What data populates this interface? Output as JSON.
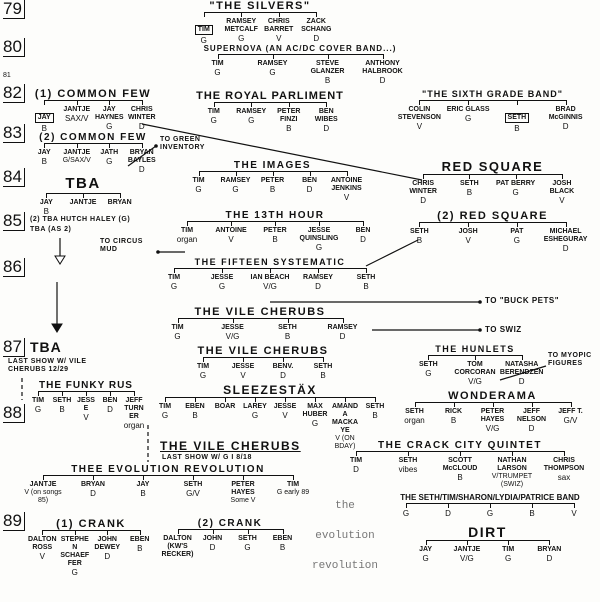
{
  "years": [
    "79",
    "80",
    "81",
    "82",
    "83",
    "84",
    "85",
    "86",
    "87",
    "88",
    "89"
  ],
  "bands": [
    {
      "name": "\"THE SILVERS\"",
      "members": [
        {
          "n": "TIM",
          "r": "G"
        },
        {
          "n": "RAMSEY METCALF",
          "r": "G"
        },
        {
          "n": "CHRIS BARRET",
          "r": "V"
        },
        {
          "n": "ZACK SCHANG",
          "r": "D"
        }
      ]
    },
    {
      "name": "SUPERNOVA (AN AC/DC COVER BAND...)",
      "members": [
        {
          "n": "TIM",
          "r": "G"
        },
        {
          "n": "RAMSEY",
          "r": "G"
        },
        {
          "n": "STEVE GLANZER",
          "r": "B"
        },
        {
          "n": "ANTHONY HALBROOK",
          "r": "D"
        }
      ]
    },
    {
      "name": "(1) COMMON FEW",
      "members": [
        {
          "n": "JAY",
          "r": "B"
        },
        {
          "n": "JANTJE",
          "r": "SAX/V"
        },
        {
          "n": "JAY HAYNES",
          "r": "G"
        },
        {
          "n": "CHRIS WINTER",
          "r": "D"
        }
      ]
    },
    {
      "name": "THE ROYAL PARLIMENT",
      "members": [
        {
          "n": "TIM",
          "r": "G"
        },
        {
          "n": "RAMSEY",
          "r": "G"
        },
        {
          "n": "PETER FINZI",
          "r": "B"
        },
        {
          "n": "BEN WIBES",
          "r": "D"
        }
      ]
    },
    {
      "name": "\"THE SIXTH GRADE BAND\"",
      "members": [
        {
          "n": "COLIN STEVENSON",
          "r": "V"
        },
        {
          "n": "ERIC GLASS",
          "r": "G"
        },
        {
          "n": "SETH",
          "r": "B"
        },
        {
          "n": "BRAD McGINNIS",
          "r": "D"
        }
      ]
    },
    {
      "name": "(2) COMMON FEW",
      "members": [
        {
          "n": "JAY",
          "r": "B"
        },
        {
          "n": "JANTJE",
          "r": "G/SAX/V"
        },
        {
          "n": "JATH",
          "r": "G"
        },
        {
          "n": "BRYAN BAYLES",
          "r": "D"
        }
      ]
    },
    {
      "name": "TBA",
      "members": [
        {
          "n": "JAY",
          "r": "B"
        },
        {
          "n": "JANTJE",
          "r": ""
        },
        {
          "n": "BRYAN",
          "r": ""
        }
      ]
    },
    {
      "name": "THE IMAGES",
      "members": [
        {
          "n": "TIM",
          "r": "G"
        },
        {
          "n": "RAMSEY",
          "r": "G"
        },
        {
          "n": "PETER",
          "r": "B"
        },
        {
          "n": "BEN",
          "r": "D"
        },
        {
          "n": "ANTOINE JENKINS",
          "r": "V"
        }
      ]
    },
    {
      "name": "RED SQUARE",
      "members": [
        {
          "n": "CHRIS WINTER",
          "r": "D"
        },
        {
          "n": "SETH",
          "r": "B"
        },
        {
          "n": "PAT BERRY",
          "r": "G"
        },
        {
          "n": "JOSH BLACK",
          "r": "V"
        }
      ]
    },
    {
      "name": "THE 13TH HOUR",
      "members": [
        {
          "n": "TIM",
          "r": "organ"
        },
        {
          "n": "ANTOINE",
          "r": "V"
        },
        {
          "n": "PETER",
          "r": "B"
        },
        {
          "n": "JESSE QUINSLING",
          "r": "G"
        },
        {
          "n": "BEN",
          "r": "D"
        }
      ]
    },
    {
      "name": "(2) RED SQUARE",
      "members": [
        {
          "n": "SETH",
          "r": "B"
        },
        {
          "n": "JOSH",
          "r": "V"
        },
        {
          "n": "PAT",
          "r": "G"
        },
        {
          "n": "MICHAEL ESHEGURAY",
          "r": "D"
        }
      ]
    },
    {
      "name": "THE FIFTEEN SYSTEMATIC",
      "members": [
        {
          "n": "TIM",
          "r": "G"
        },
        {
          "n": "JESSE",
          "r": "G"
        },
        {
          "n": "IAN BEACH",
          "r": "V/G"
        },
        {
          "n": "RAMSEY",
          "r": "D"
        },
        {
          "n": "SETH",
          "r": "B"
        }
      ]
    },
    {
      "name": "THE VILE CHERUBS",
      "members": [
        {
          "n": "TIM",
          "r": "G"
        },
        {
          "n": "JESSE",
          "r": "V/G"
        },
        {
          "n": "SETH",
          "r": "B"
        },
        {
          "n": "RAMSEY",
          "r": "D"
        }
      ]
    },
    {
      "name": "THE VILE CHERUBS",
      "members": [
        {
          "n": "TIM",
          "r": "G"
        },
        {
          "n": "JESSE",
          "r": "V"
        },
        {
          "n": "BENV.",
          "r": "D"
        },
        {
          "n": "SETH",
          "r": "B"
        }
      ]
    },
    {
      "name": "THE HUNLETS",
      "members": [
        {
          "n": "SETH",
          "r": "G"
        },
        {
          "n": "TOM CORCORAN",
          "r": "V/G"
        },
        {
          "n": "NATASHA BERENDZEN",
          "r": "D"
        }
      ]
    },
    {
      "name": "SLEEZESTÄX",
      "members": [
        {
          "n": "TIM",
          "r": "G"
        },
        {
          "n": "EBEN",
          "r": "B"
        },
        {
          "n": "BOAR",
          "r": ""
        },
        {
          "n": "LAREY",
          "r": "G"
        },
        {
          "n": "JESSE",
          "r": "V"
        },
        {
          "n": "MAX HUBER",
          "r": "G"
        },
        {
          "n": "AMANDA MACKAYE",
          "r": "V (ON BDAY)"
        },
        {
          "n": "SETH",
          "r": "B"
        }
      ]
    },
    {
      "name": "WONDERAMA",
      "members": [
        {
          "n": "SETH",
          "r": "organ"
        },
        {
          "n": "RICK",
          "r": "B"
        },
        {
          "n": "PETER HAYES",
          "r": "V/G"
        },
        {
          "n": "JEFF NELSON",
          "r": "D"
        },
        {
          "n": "JEFF T.",
          "r": "G/V"
        }
      ]
    },
    {
      "name": "THE FUNKY RUS",
      "members": [
        {
          "n": "TIM",
          "r": "G"
        },
        {
          "n": "SETH",
          "r": "B"
        },
        {
          "n": "JESSE",
          "r": "V"
        },
        {
          "n": "BEN",
          "r": "D"
        },
        {
          "n": "JEFF TURNER",
          "r": "organ"
        }
      ]
    },
    {
      "name": "THE CRACK CITY QUINTET",
      "members": [
        {
          "n": "TIM",
          "r": "D"
        },
        {
          "n": "SETH",
          "r": "vibes"
        },
        {
          "n": "SCOTT McCLOUD",
          "r": "B"
        },
        {
          "n": "NATHAN LARSON",
          "r": "V/TRUMPET (SWIZ)"
        },
        {
          "n": "CHRIS THOMPSON",
          "r": "sax"
        }
      ]
    },
    {
      "name": "THEE EVOLUTION REVOLUTION",
      "members": [
        {
          "n": "JANTJE",
          "r": "V (on songs 85)"
        },
        {
          "n": "BRYAN",
          "r": "D"
        },
        {
          "n": "JAY",
          "r": "B"
        },
        {
          "n": "SETH",
          "r": "G/V"
        },
        {
          "n": "PETER HAYES",
          "r": "Some V"
        },
        {
          "n": "TIM",
          "r": "G early 89"
        }
      ]
    },
    {
      "name": "(1) CRANK",
      "members": [
        {
          "n": "DALTON ROSS",
          "r": "V"
        },
        {
          "n": "STEPHEN SCHAEFFER",
          "r": "G"
        },
        {
          "n": "JOHN DEWEY",
          "r": "D"
        },
        {
          "n": "EBEN",
          "r": "B"
        }
      ]
    },
    {
      "name": "THE SETH/TIM/SHARON/LYDIA/PATRICE BAND",
      "members": [
        {
          "n": "",
          "r": "G"
        },
        {
          "n": "",
          "r": "D"
        },
        {
          "n": "",
          "r": "G"
        },
        {
          "n": "",
          "r": "B"
        },
        {
          "n": "",
          "r": "V"
        }
      ]
    },
    {
      "name": "(2) CRANK",
      "members": [
        {
          "n": "DALTON (KW'S RECKER)",
          "r": ""
        },
        {
          "n": "JOHN",
          "r": "D"
        },
        {
          "n": "SETH",
          "r": "G"
        },
        {
          "n": "EBEN",
          "r": "B"
        }
      ]
    },
    {
      "name": "DIRT",
      "members": [
        {
          "n": "JAY",
          "r": "G"
        },
        {
          "n": "JANTJE",
          "r": "V/G"
        },
        {
          "n": "TIM",
          "r": "G"
        },
        {
          "n": "BRYAN",
          "r": "D"
        }
      ]
    }
  ],
  "notes": {
    "green_inventory": "TO GREEN INVENTORY",
    "tba2": "(2) TBA   HUTCH HALEY (G)",
    "tba_as2": "TBA (AS 2)",
    "circus_mud": "TO CIRCUS MUD",
    "buck_pets": "TO \"BUCK PETS\"",
    "swiz": "TO SWIZ",
    "myopic": "TO MYOPIC FIGURES",
    "tba87": "TBA",
    "tba87_sub": "LAST SHOW W/ VILE CHERUBS 12/29",
    "vile_last": "THE VILE CHERUBS",
    "vile_last_sub": "LAST SHOW W/ G I  8/18"
  },
  "center_text": [
    "the",
    "evolution",
    "revolution"
  ]
}
